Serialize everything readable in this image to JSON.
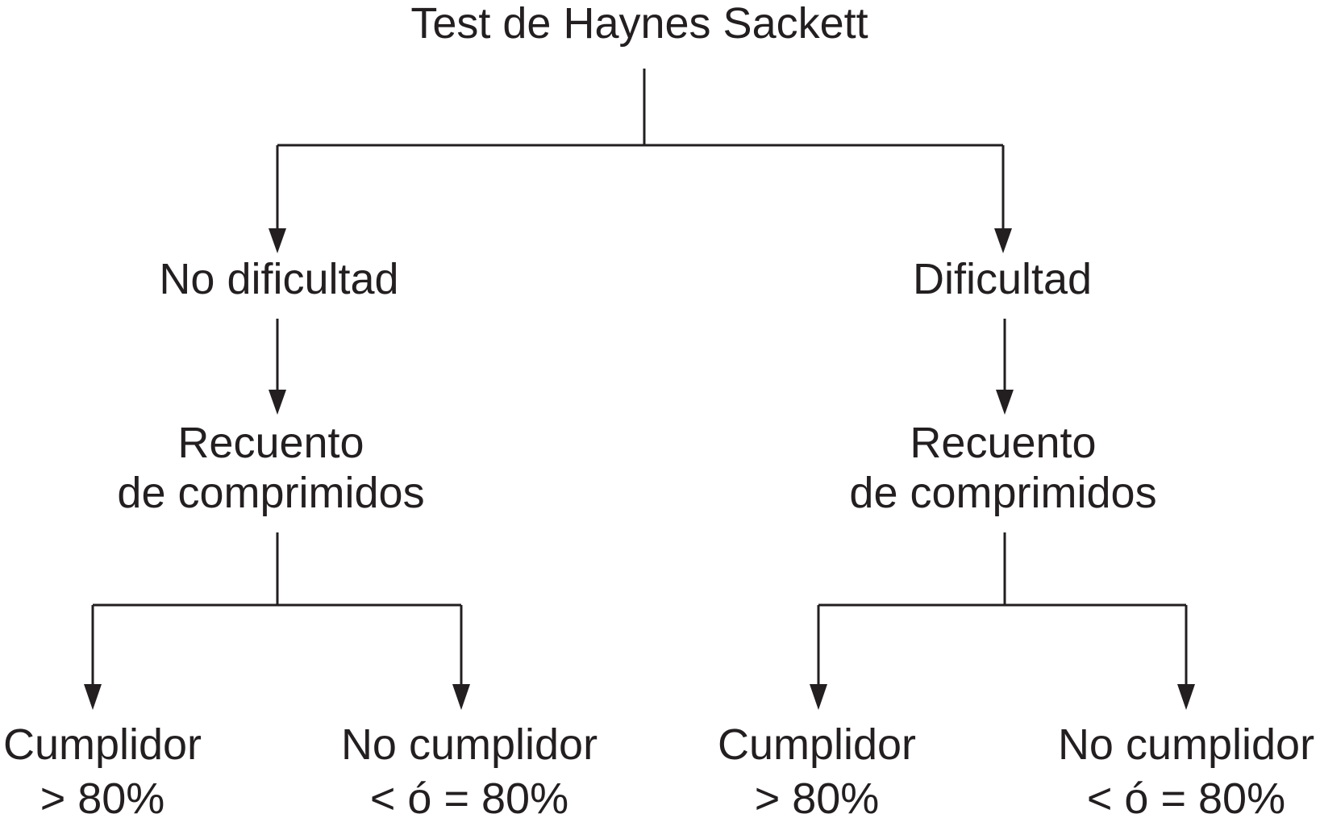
{
  "diagram": {
    "root": {
      "label": "Test de Haynes Sackett"
    },
    "branches": [
      {
        "label": "No dificultad",
        "step": {
          "line1": "Recuento",
          "line2": "de comprimidos"
        },
        "outcomes": [
          {
            "label": "Cumplidor",
            "threshold": "> 80%"
          },
          {
            "label": "No cumplidor",
            "threshold": "< ó = 80%"
          }
        ]
      },
      {
        "label": "Dificultad",
        "step": {
          "line1": "Recuento",
          "line2": "de comprimidos"
        },
        "outcomes": [
          {
            "label": "Cumplidor",
            "threshold": "> 80%"
          },
          {
            "label": "No cumplidor",
            "threshold": "< ó = 80%"
          }
        ]
      }
    ]
  }
}
